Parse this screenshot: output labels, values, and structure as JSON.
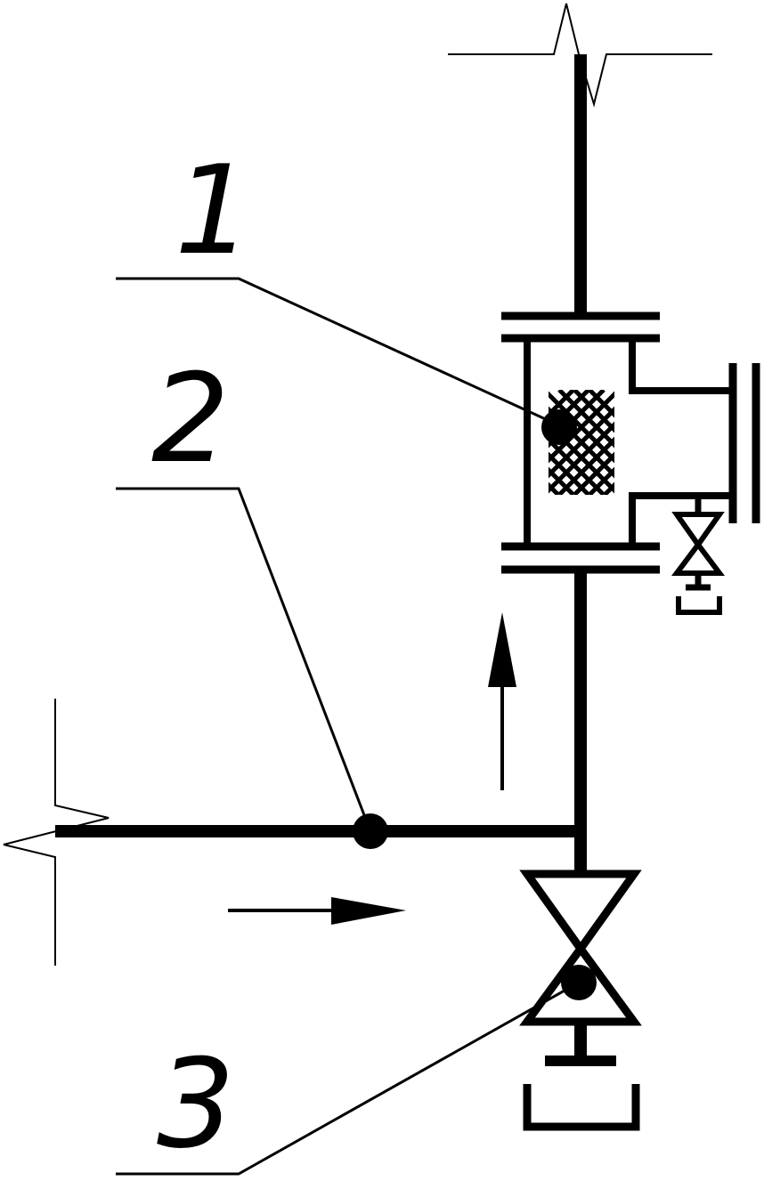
{
  "diagram": {
    "labels": {
      "item_1": "1",
      "item_2": "2",
      "item_3": "3"
    },
    "colors": {
      "line": "#000000",
      "background": "#ffffff"
    }
  }
}
